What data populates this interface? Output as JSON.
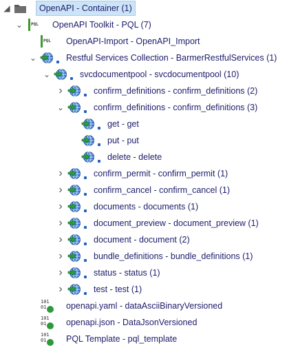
{
  "icon_names": {
    "folder": "folder-icon",
    "pql": "pql-icon",
    "service": "globe-arrow-icon",
    "file": "binary-file-check-icon"
  },
  "colors": {
    "text": "#1c1c6b",
    "selection_bg": "#cce4f7",
    "selection_border": "#a9cbe9",
    "globe": "#2f6fc1",
    "arrow": "#2aa33a",
    "check": "#2d9a3a"
  },
  "tree": [
    {
      "label": "OpenAPI - Container (1)",
      "icon": "folder-icon",
      "expanded": true,
      "selected": true
    },
    {
      "label": "OpenAPI Toolkit - PQL (7)",
      "icon": "pql-icon",
      "expanded": true
    },
    {
      "label": "OpenAPI-Import - OpenAPI_Import",
      "icon": "pql-icon"
    },
    {
      "label": "Restful Services Collection - BarmerRestfulServices (1)",
      "icon": "globe-arrow-icon",
      "expanded": true
    },
    {
      "label": "svcdocumentpool - svcdocumentpool (10)",
      "icon": "globe-arrow-icon",
      "expanded": true
    },
    {
      "label": "confirm_definitions - confirm_definitions (2)",
      "icon": "globe-arrow-icon",
      "expanded": false
    },
    {
      "label": "confirm_definitions - confirm_definitions (3)",
      "icon": "globe-arrow-icon",
      "expanded": true
    },
    {
      "label": "get - get",
      "icon": "globe-arrow-icon"
    },
    {
      "label": "put - put",
      "icon": "globe-arrow-icon"
    },
    {
      "label": "delete - delete",
      "icon": "globe-arrow-icon"
    },
    {
      "label": "confirm_permit - confirm_permit (1)",
      "icon": "globe-arrow-icon",
      "expanded": false
    },
    {
      "label": "confirm_cancel - confirm_cancel (1)",
      "icon": "globe-arrow-icon",
      "expanded": false
    },
    {
      "label": "documents - documents (1)",
      "icon": "globe-arrow-icon",
      "expanded": false
    },
    {
      "label": "document_preview - document_preview (1)",
      "icon": "globe-arrow-icon",
      "expanded": false
    },
    {
      "label": "document - document (2)",
      "icon": "globe-arrow-icon",
      "expanded": false
    },
    {
      "label": "bundle_definitions - bundle_definitions (1)",
      "icon": "globe-arrow-icon",
      "expanded": false
    },
    {
      "label": "status - status (1)",
      "icon": "globe-arrow-icon",
      "expanded": false
    },
    {
      "label": "test - test (1)",
      "icon": "globe-arrow-icon",
      "expanded": false
    },
    {
      "label": "openapi.yaml - dataAsciiBinaryVersioned",
      "icon": "binary-file-check-icon"
    },
    {
      "label": "openapi.json - DataJsonVersioned",
      "icon": "binary-file-check-icon"
    },
    {
      "label": "PQL Template - pql_template",
      "icon": "pql-icon"
    }
  ],
  "glyphs": {
    "pql": "PQL",
    "binary_top": "101",
    "binary_bottom": "01"
  }
}
